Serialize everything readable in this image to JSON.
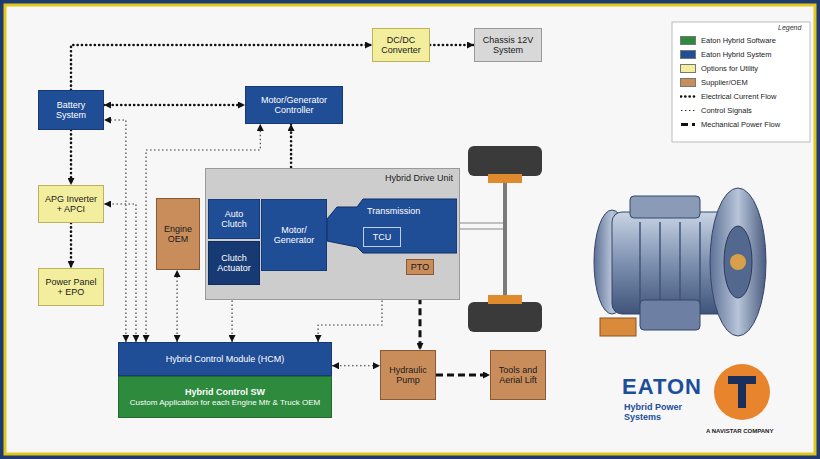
{
  "diagram": {
    "nodes": [
      {
        "text": [
          "Battery System"
        ]
      },
      {
        "text": [
          "Motor/Generator Controller"
        ]
      },
      {
        "text": [
          "DC/DC Converter"
        ]
      },
      {
        "text": [
          "Chassis 12V System"
        ]
      },
      {
        "text": [
          "APG Inverter + APCI"
        ]
      },
      {
        "text": [
          "Power Panel + EPO"
        ]
      },
      {
        "text": [
          "Engine OEM"
        ]
      },
      {
        "text": [
          "Hybrid Drive Unit"
        ]
      },
      {
        "text": [
          "Auto Clutch"
        ],
        "in": 7
      },
      {
        "text": [
          "Clutch Actuator"
        ],
        "in": 7
      },
      {
        "text": [
          "Motor/ Generator"
        ],
        "in": 7
      },
      {
        "text": [
          "Transmission"
        ],
        "in": 7
      },
      {
        "text": [
          "TCU"
        ],
        "in": 11
      },
      {
        "text": [
          "PTO"
        ],
        "in": 7
      },
      {
        "text": [
          "Hybrid Control Module (HCM)"
        ]
      },
      {
        "text": [
          "Hybrid Control SW",
          "Custom Application for each Engine Mfr & Truck OEM"
        ]
      },
      {
        "text": [
          "Hydraulic Pump"
        ]
      },
      {
        "text": [
          "Tools and Aerial Lift"
        ]
      }
    ],
    "edges": [
      {
        "from": 0,
        "to": 2,
        "arrow": "to"
      },
      {
        "from": 2,
        "to": 3,
        "arrow": "to"
      },
      {
        "from": 0,
        "to": 1,
        "arrow": "both"
      },
      {
        "from": 1,
        "to": 10,
        "arrow": "both"
      },
      {
        "from": 0,
        "to": 4,
        "arrow": "to"
      },
      {
        "from": 4,
        "to": 5,
        "arrow": "to"
      },
      {
        "from": 14,
        "to": 0,
        "arrow": "both"
      },
      {
        "from": 14,
        "to": 4,
        "arrow": "both"
      },
      {
        "from": 14,
        "to": 6,
        "arrow": "both"
      },
      {
        "from": 14,
        "to": 9,
        "arrow": "both"
      },
      {
        "from": 14,
        "to": 12,
        "arrow": "both"
      },
      {
        "from": 14,
        "to": 16,
        "arrow": "both"
      },
      {
        "from": 13,
        "to": 16,
        "arrow": "to"
      },
      {
        "from": 16,
        "to": 17,
        "arrow": "to"
      },
      {
        "from": 14,
        "to": 1,
        "arrow": "both"
      }
    ],
    "labels": [
      "Legend",
      "EATON",
      "Hybrid Power Systems",
      "A NAVISTAR COMPANY"
    ],
    "legend": [
      {
        "text": "Eaton Hybrid Software",
        "color": "#2e8b3e"
      },
      {
        "text": "Eaton Hybrid System",
        "color": "#1f4e96"
      },
      {
        "text": "Options for Utility",
        "color": "#f2ee9e"
      },
      {
        "text": "Supplier/OEM",
        "color": "#c98d5c"
      },
      {
        "text": "Electrical Current Flow"
      },
      {
        "text": "Control Signals"
      },
      {
        "text": "Mechanical Power Flow"
      }
    ]
  }
}
